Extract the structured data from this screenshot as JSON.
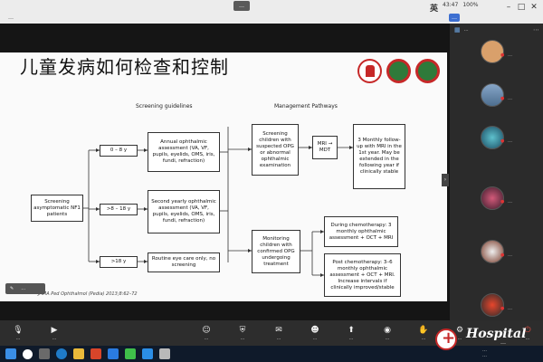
{
  "window": {
    "title": "…",
    "status": [
      "43:47",
      "100%"
    ],
    "language": "英",
    "speaker_label": "…",
    "time_badge": "…"
  },
  "slide": {
    "title": "儿童发病如何检查和控制",
    "screening_heading": "Screening guidelines",
    "management_heading": "Management Pathways",
    "screening_box": "Screening asymptomatic NF1 patients",
    "ages": [
      "0 – 8 y",
      ">8 – 18 y",
      ">18 y"
    ],
    "annual": "Annual ophthalmic assessment (VA, VF, pupils, eyelids, OMS, iris, fundi, refraction)",
    "second_yearly": "Second yearly ophthalmic assessment (VA, VF, pupils, eyelids, OMS, iris, fundi, refraction)",
    "routine": "Routine eye care only, no screening",
    "suspected": "Screening children with suspected OPG or abnormal ophthalmic examination",
    "mri_mdt": "MRI → MDT",
    "monthly": "3 Monthly follow-up with MRI in the 1st year. May be extended in the following year if clinically stable",
    "monitoring": "Monitoring children with confirmed OPG undergoing treatment",
    "during_chemo": "During chemotherapy: 3 monthly ophthalmic assessment + OCT + MRI",
    "post_chemo": "Post chemotherapy: 3–6 monthly ophthalmic assessment + OCT + MRI. Increase intervals if clinically improved/stable",
    "reference": "JAMA Ped Ophthalmol (Pedia) 2013;8:62–72"
  },
  "presenter_control": {
    "label": "…"
  },
  "sidebar": {
    "header_label": "…",
    "participants": [
      {
        "name": "…"
      },
      {
        "name": "…"
      },
      {
        "name": "…"
      },
      {
        "name": "…"
      },
      {
        "name": "…"
      },
      {
        "name": "…"
      }
    ]
  },
  "toolbar": {
    "left": [
      {
        "icon": "microphone-icon",
        "label": "…"
      },
      {
        "icon": "camera-icon",
        "label": "…"
      }
    ],
    "center": [
      {
        "icon": "participants-icon",
        "label": "…"
      },
      {
        "icon": "security-icon",
        "label": "…"
      },
      {
        "icon": "chat-icon",
        "label": "…"
      },
      {
        "icon": "reactions-icon",
        "label": "…"
      },
      {
        "icon": "share-icon",
        "label": "…"
      },
      {
        "icon": "record-icon",
        "label": "…"
      },
      {
        "icon": "hand-icon",
        "label": "…"
      },
      {
        "icon": "settings-icon",
        "label": "…"
      }
    ],
    "right": {
      "icon": "leave-icon",
      "label": "…"
    }
  },
  "watermark": {
    "brand": "Hospital",
    "sub": "…"
  },
  "clock": {
    "time": "…",
    "date": "…"
  }
}
